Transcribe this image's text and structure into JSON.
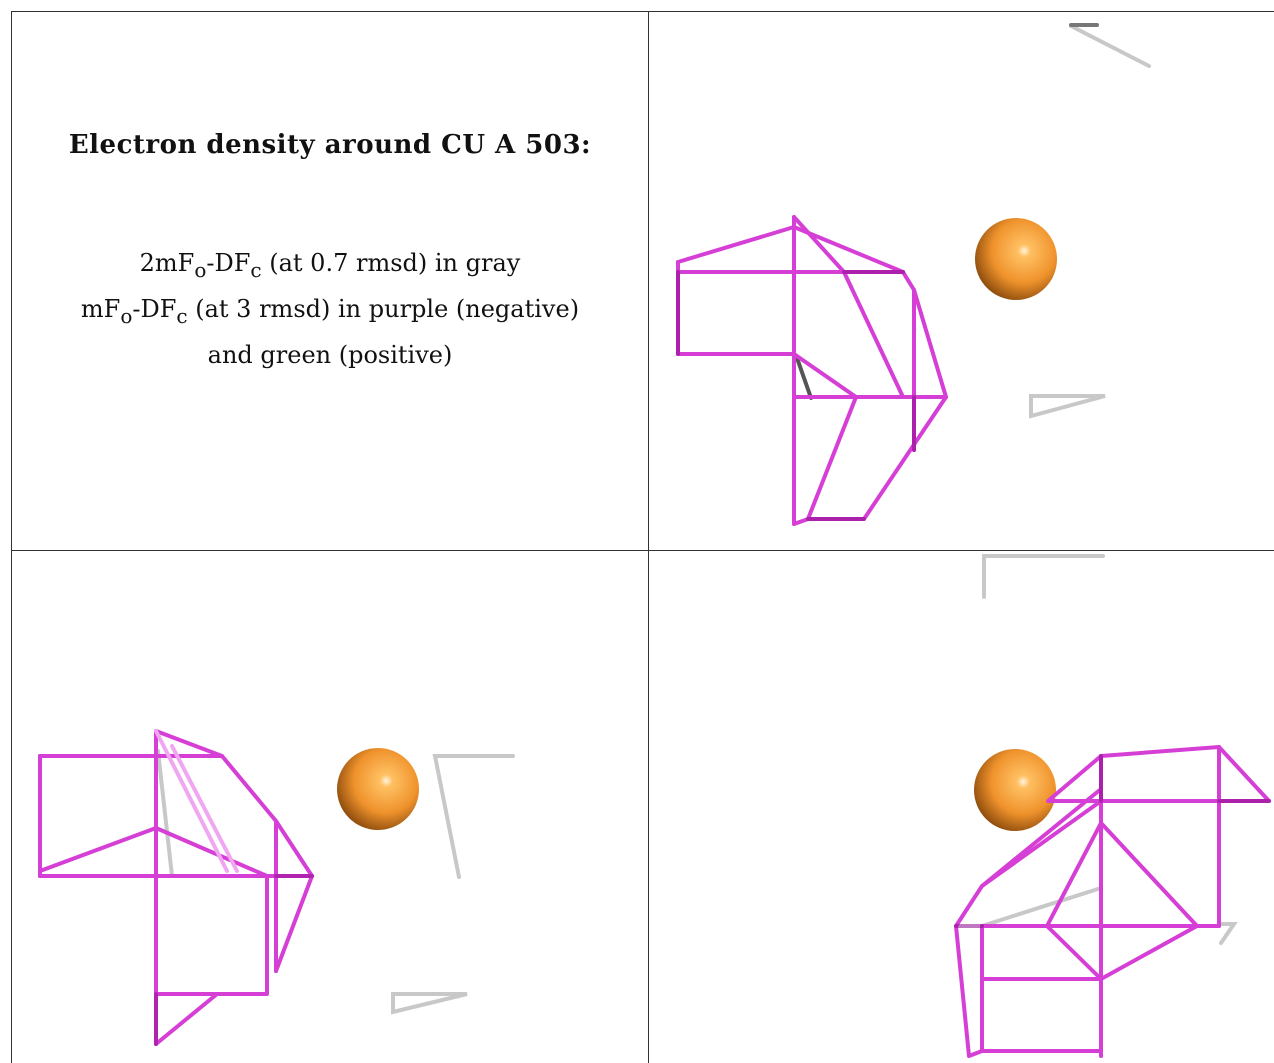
{
  "caption": {
    "title": "Electron density around CU A 503:",
    "line1": {
      "prefix": "2mF",
      "sub1": "o",
      "mid": "-DF",
      "sub2": "c",
      "suffix": " (at 0.7 rmsd) in gray"
    },
    "line2": {
      "prefix": "mF",
      "sub1": "o",
      "mid": "-DF",
      "sub2": "c",
      "suffix": " (at 3 rmsd) in purple (negative)"
    },
    "line3": "and green (positive)"
  },
  "colors": {
    "negative_density": "#d63fd6",
    "negative_density_dark": "#8a0a8a",
    "map_2fofc": "#bdbdbd",
    "copper_atom": "#f0962e",
    "grid_lines": "#333333"
  }
}
